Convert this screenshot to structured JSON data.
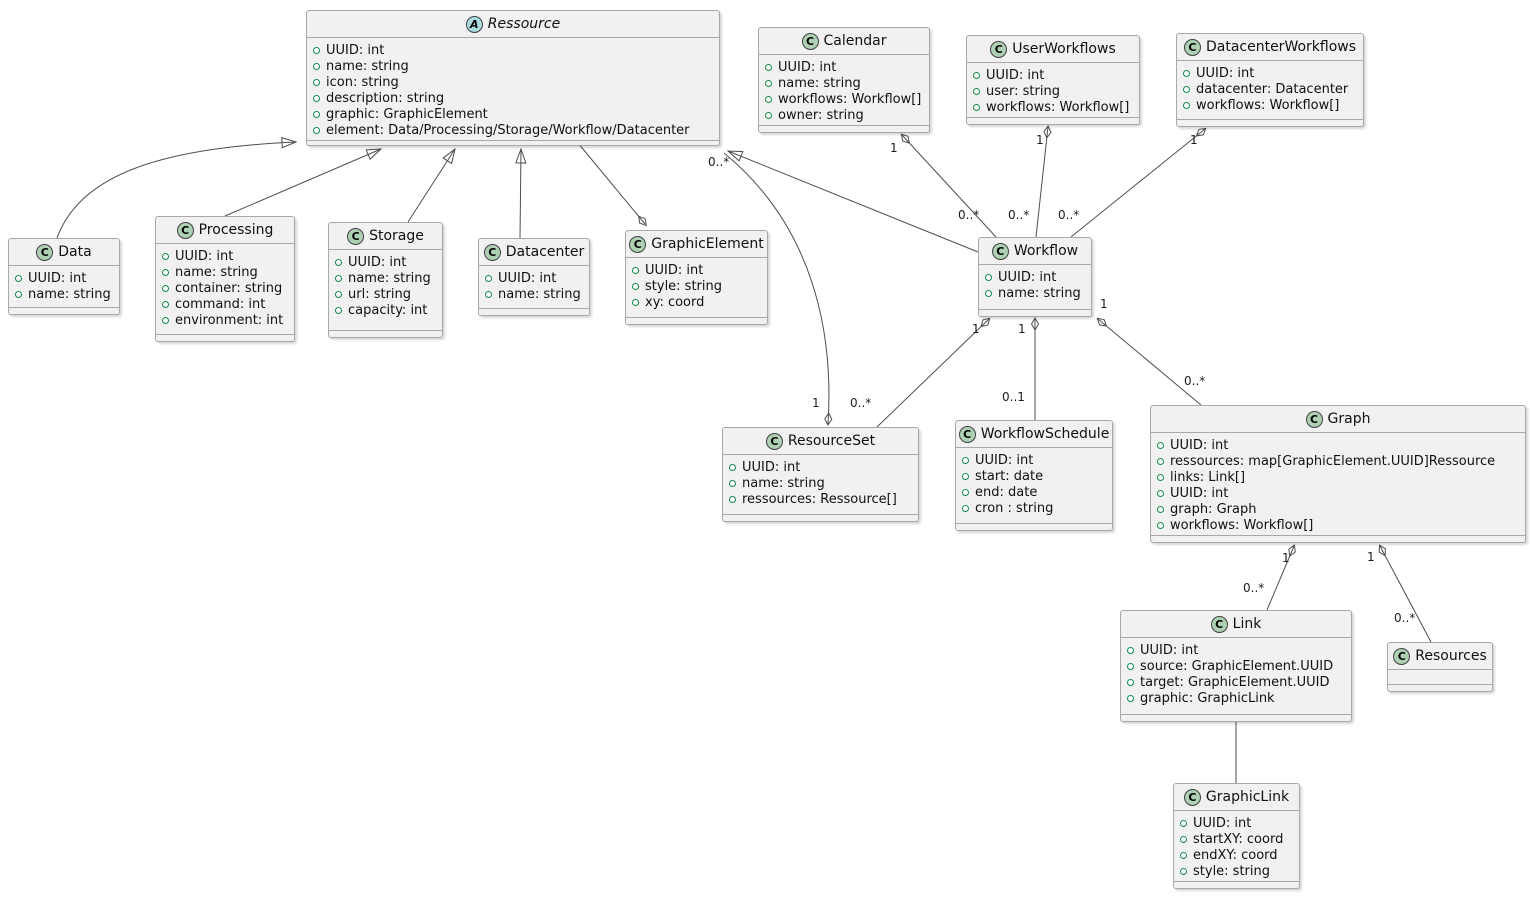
{
  "badges": {
    "class_letter": "C",
    "abstract_letter": "A"
  },
  "colors": {
    "class_icon_bg": "#ADD1B2",
    "abstract_icon_bg": "#A9DCDF",
    "box_bg": "#F1F1F1",
    "box_border": "#A8A8A8",
    "edge_line": "#4e4e4e",
    "field_bullet": "#168a4c"
  },
  "mult": {
    "one": "1",
    "many": "0..*",
    "zero_or_one": "0..1"
  },
  "classes": {
    "ressource": {
      "name": "Ressource",
      "stereotype": "abstract",
      "attrs": [
        "UUID: int",
        "name: string",
        "icon: string",
        "description: string",
        "graphic: GraphicElement",
        "element: Data/Processing/Storage/Workflow/Datacenter"
      ]
    },
    "calendar": {
      "name": "Calendar",
      "stereotype": "class",
      "attrs": [
        "UUID: int",
        "name: string",
        "workflows: Workflow[]",
        "owner: string"
      ]
    },
    "user_workflows": {
      "name": "UserWorkflows",
      "stereotype": "class",
      "attrs": [
        "UUID: int",
        "user: string",
        "workflows: Workflow[]"
      ]
    },
    "datacenter_workflows": {
      "name": "DatacenterWorkflows",
      "stereotype": "class",
      "attrs": [
        "UUID: int",
        "datacenter: Datacenter",
        "workflows: Workflow[]"
      ]
    },
    "data": {
      "name": "Data",
      "stereotype": "class",
      "attrs": [
        "UUID: int",
        "name: string"
      ]
    },
    "processing": {
      "name": "Processing",
      "stereotype": "class",
      "attrs": [
        "UUID: int",
        "name: string",
        "container: string",
        "command: int",
        "environment: int"
      ]
    },
    "storage": {
      "name": "Storage",
      "stereotype": "class",
      "attrs": [
        "UUID: int",
        "name: string",
        "url: string",
        "capacity: int"
      ]
    },
    "datacenter": {
      "name": "Datacenter",
      "stereotype": "class",
      "attrs": [
        "UUID: int",
        "name: string"
      ]
    },
    "graphic_element": {
      "name": "GraphicElement",
      "stereotype": "class",
      "attrs": [
        "UUID: int",
        "style: string",
        "xy: coord"
      ]
    },
    "workflow": {
      "name": "Workflow",
      "stereotype": "class",
      "attrs": [
        "UUID: int",
        "name: string"
      ]
    },
    "resource_set": {
      "name": "ResourceSet",
      "stereotype": "class",
      "attrs": [
        "UUID: int",
        "name: string",
        "ressources: Ressource[]"
      ]
    },
    "workflow_schedule": {
      "name": "WorkflowSchedule",
      "stereotype": "class",
      "attrs": [
        "UUID: int",
        "start: date",
        "end: date",
        "cron : string"
      ]
    },
    "graph": {
      "name": "Graph",
      "stereotype": "class",
      "attrs": [
        "UUID: int",
        "ressources: map[GraphicElement.UUID]Ressource",
        "links: Link[]",
        "UUID: int",
        "graph: Graph",
        "workflows: Workflow[]"
      ]
    },
    "link": {
      "name": "Link",
      "stereotype": "class",
      "attrs": [
        "UUID: int",
        "source: GraphicElement.UUID",
        "target: GraphicElement.UUID",
        "graphic: GraphicLink"
      ]
    },
    "resources": {
      "name": "Resources",
      "stereotype": "class",
      "attrs": []
    },
    "graphic_link": {
      "name": "GraphicLink",
      "stereotype": "class",
      "attrs": [
        "UUID: int",
        "startXY: coord",
        "endXY: coord",
        "style: string"
      ]
    }
  }
}
